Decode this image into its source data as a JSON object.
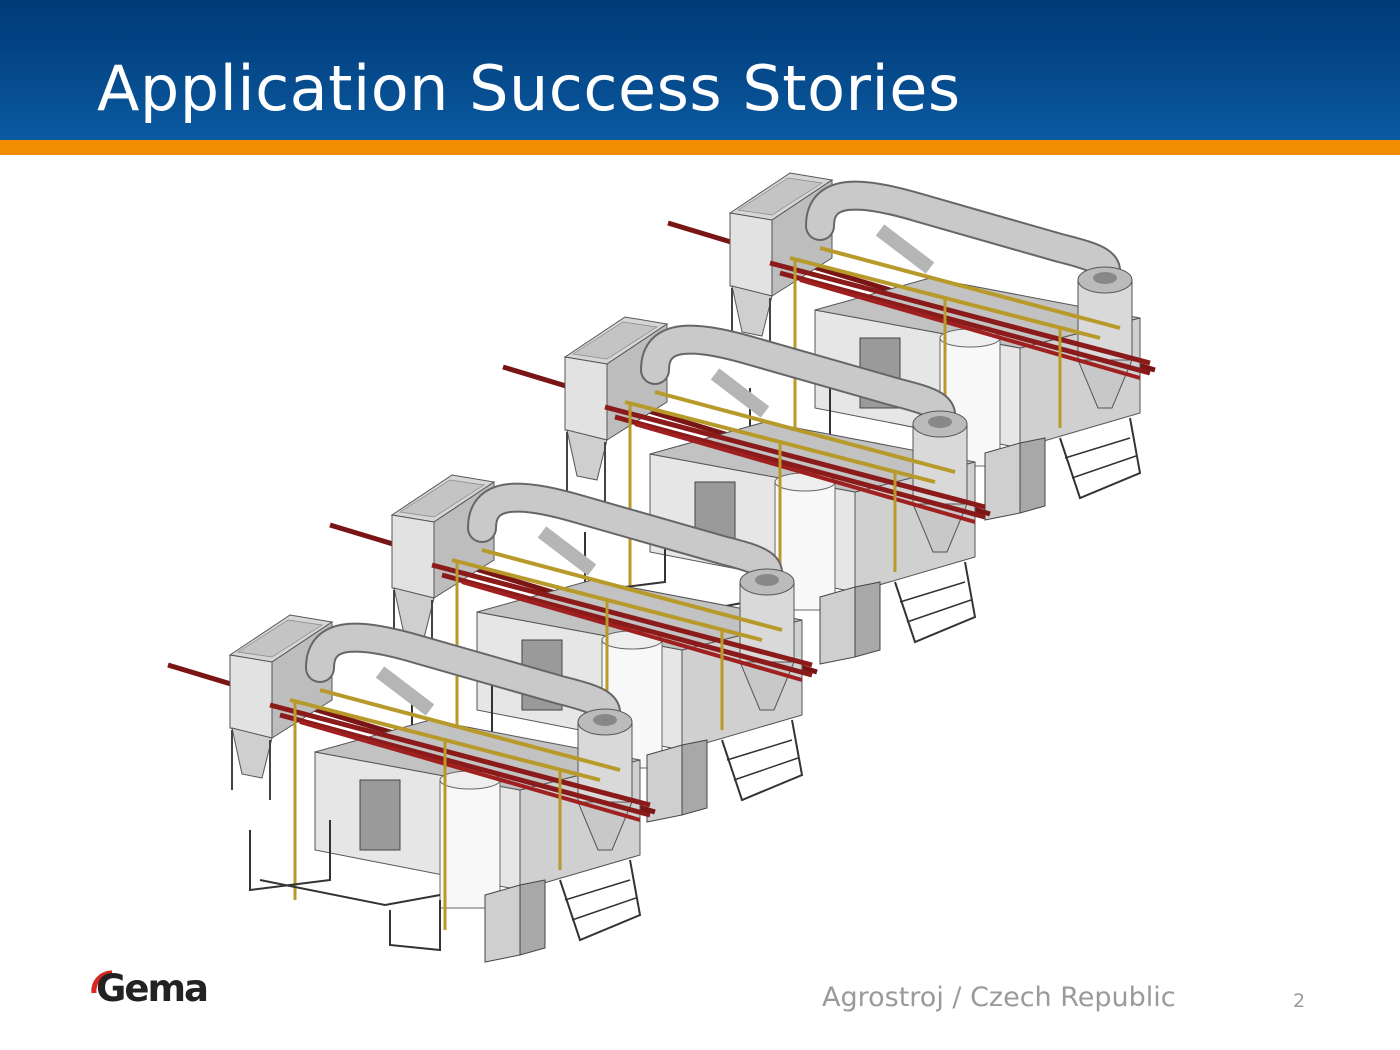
{
  "slide": {
    "title": "Application Success Stories",
    "caption": "Agrostroj / Czech Republic",
    "page_number": "2",
    "logo_text": "Gema"
  },
  "colors": {
    "header_blue": "#064c8e",
    "accent_orange": "#f28c00",
    "logo_red": "#d7261e",
    "caption_gray": "#9a9a9a"
  },
  "illustration": {
    "unit_count": 4
  }
}
